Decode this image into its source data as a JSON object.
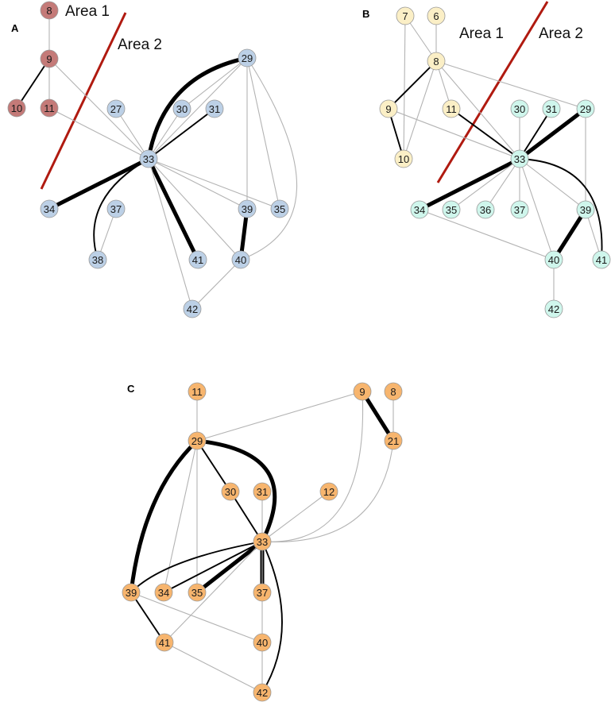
{
  "colors": {
    "panel_a_area1": "#c47a78",
    "panel_a_area2": "#bcd0e6",
    "panel_b_area1": "#fbefc6",
    "panel_b_area2": "#cff6ec",
    "panel_c": "#f7b56e",
    "divider": "#b01a10",
    "edge_thin": "#b3b3b3",
    "edge_thick": "#000000"
  },
  "panels": [
    {
      "letter": "A",
      "area_labels": [
        "Area 1",
        "Area 2"
      ],
      "nodes": [
        "8",
        "9",
        "10",
        "11",
        "27",
        "30",
        "31",
        "29",
        "33",
        "34",
        "37",
        "38",
        "39",
        "35",
        "41",
        "40",
        "42"
      ],
      "edges": [
        {
          "from": "8",
          "to": "9",
          "weight": "thin"
        },
        {
          "from": "9",
          "to": "10",
          "weight": "medium"
        },
        {
          "from": "9",
          "to": "11",
          "weight": "thin"
        },
        {
          "from": "9",
          "to": "33",
          "weight": "thin"
        },
        {
          "from": "11",
          "to": "33",
          "weight": "thin"
        },
        {
          "from": "27",
          "to": "33",
          "weight": "thin"
        },
        {
          "from": "30",
          "to": "33",
          "weight": "thin"
        },
        {
          "from": "31",
          "to": "33",
          "weight": "medium"
        },
        {
          "from": "29",
          "to": "33",
          "weight": "heavy",
          "curved": true
        },
        {
          "from": "29",
          "to": "33",
          "weight": "thin"
        },
        {
          "from": "29",
          "to": "30",
          "weight": "thin"
        },
        {
          "from": "29",
          "to": "39",
          "weight": "thin"
        },
        {
          "from": "29",
          "to": "35",
          "weight": "thin"
        },
        {
          "from": "29",
          "to": "40",
          "weight": "thin",
          "curved": true
        },
        {
          "from": "33",
          "to": "34",
          "weight": "heavy"
        },
        {
          "from": "33",
          "to": "38",
          "weight": "medium",
          "curved": true
        },
        {
          "from": "33",
          "to": "41",
          "weight": "heavy"
        },
        {
          "from": "33",
          "to": "39",
          "weight": "thin"
        },
        {
          "from": "33",
          "to": "35",
          "weight": "thin"
        },
        {
          "from": "33",
          "to": "40",
          "weight": "thin"
        },
        {
          "from": "33",
          "to": "42",
          "weight": "thin"
        },
        {
          "from": "37",
          "to": "38",
          "weight": "thin"
        },
        {
          "from": "39",
          "to": "40",
          "weight": "heavy"
        },
        {
          "from": "40",
          "to": "42",
          "weight": "thin"
        }
      ]
    },
    {
      "letter": "B",
      "area_labels": [
        "Area 1",
        "Area 2"
      ],
      "nodes": [
        "7",
        "6",
        "8",
        "9",
        "11",
        "10",
        "30",
        "31",
        "29",
        "33",
        "34",
        "35",
        "36",
        "37",
        "39",
        "40",
        "41",
        "42"
      ],
      "edges": [
        {
          "from": "7",
          "to": "8",
          "weight": "thin"
        },
        {
          "from": "6",
          "to": "8",
          "weight": "thin"
        },
        {
          "from": "7",
          "to": "10",
          "weight": "thin"
        },
        {
          "from": "8",
          "to": "9",
          "weight": "medium"
        },
        {
          "from": "8",
          "to": "10",
          "weight": "thin"
        },
        {
          "from": "8",
          "to": "11",
          "weight": "thin"
        },
        {
          "from": "8",
          "to": "33",
          "weight": "thin"
        },
        {
          "from": "8",
          "to": "29",
          "weight": "thin"
        },
        {
          "from": "9",
          "to": "10",
          "weight": "medium"
        },
        {
          "from": "9",
          "to": "33",
          "weight": "thin"
        },
        {
          "from": "11",
          "to": "33",
          "weight": "medium"
        },
        {
          "from": "30",
          "to": "33",
          "weight": "thin"
        },
        {
          "from": "31",
          "to": "33",
          "weight": "medium"
        },
        {
          "from": "29",
          "to": "33",
          "weight": "heavy"
        },
        {
          "from": "29",
          "to": "39",
          "weight": "thin"
        },
        {
          "from": "33",
          "to": "34",
          "weight": "heavy"
        },
        {
          "from": "33",
          "to": "35",
          "weight": "thin"
        },
        {
          "from": "33",
          "to": "36",
          "weight": "thin"
        },
        {
          "from": "33",
          "to": "37",
          "weight": "thin"
        },
        {
          "from": "33",
          "to": "39",
          "weight": "thin"
        },
        {
          "from": "33",
          "to": "40",
          "weight": "thin"
        },
        {
          "from": "33",
          "to": "41",
          "weight": "medium",
          "curved": true
        },
        {
          "from": "34",
          "to": "40",
          "weight": "thin"
        },
        {
          "from": "39",
          "to": "40",
          "weight": "heavy"
        },
        {
          "from": "39",
          "to": "41",
          "weight": "thin"
        },
        {
          "from": "40",
          "to": "42",
          "weight": "thin"
        }
      ]
    },
    {
      "letter": "C",
      "nodes": [
        "11",
        "9",
        "8",
        "29",
        "21",
        "30",
        "31",
        "12",
        "33",
        "39",
        "34",
        "35",
        "37",
        "41",
        "40",
        "42"
      ],
      "edges": [
        {
          "from": "11",
          "to": "29",
          "weight": "thin"
        },
        {
          "from": "9",
          "to": "29",
          "weight": "thin"
        },
        {
          "from": "9",
          "to": "21",
          "weight": "heavy"
        },
        {
          "from": "8",
          "to": "21",
          "weight": "thin"
        },
        {
          "from": "9",
          "to": "33",
          "weight": "thin",
          "curved": true
        },
        {
          "from": "21",
          "to": "33",
          "weight": "thin",
          "curved": true
        },
        {
          "from": "29",
          "to": "30",
          "weight": "medium"
        },
        {
          "from": "29",
          "to": "33",
          "weight": "heavy",
          "curved": true
        },
        {
          "from": "29",
          "to": "39",
          "weight": "heavy",
          "curved": true
        },
        {
          "from": "29",
          "to": "34",
          "weight": "thin"
        },
        {
          "from": "29",
          "to": "35",
          "weight": "thin"
        },
        {
          "from": "30",
          "to": "33",
          "weight": "medium"
        },
        {
          "from": "31",
          "to": "33",
          "weight": "thin"
        },
        {
          "from": "12",
          "to": "33",
          "weight": "thin"
        },
        {
          "from": "33",
          "to": "39",
          "weight": "medium",
          "curved": true
        },
        {
          "from": "33",
          "to": "34",
          "weight": "medium"
        },
        {
          "from": "33",
          "to": "35",
          "weight": "heavy"
        },
        {
          "from": "33",
          "to": "37",
          "weight": "heavy"
        },
        {
          "from": "33",
          "to": "41",
          "weight": "thin"
        },
        {
          "from": "33",
          "to": "40",
          "weight": "thin"
        },
        {
          "from": "33",
          "to": "42",
          "weight": "medium",
          "curved": true
        },
        {
          "from": "39",
          "to": "41",
          "weight": "medium"
        },
        {
          "from": "39",
          "to": "40",
          "weight": "thin"
        },
        {
          "from": "41",
          "to": "42",
          "weight": "thin"
        },
        {
          "from": "40",
          "to": "42",
          "weight": "thin"
        }
      ]
    }
  ]
}
